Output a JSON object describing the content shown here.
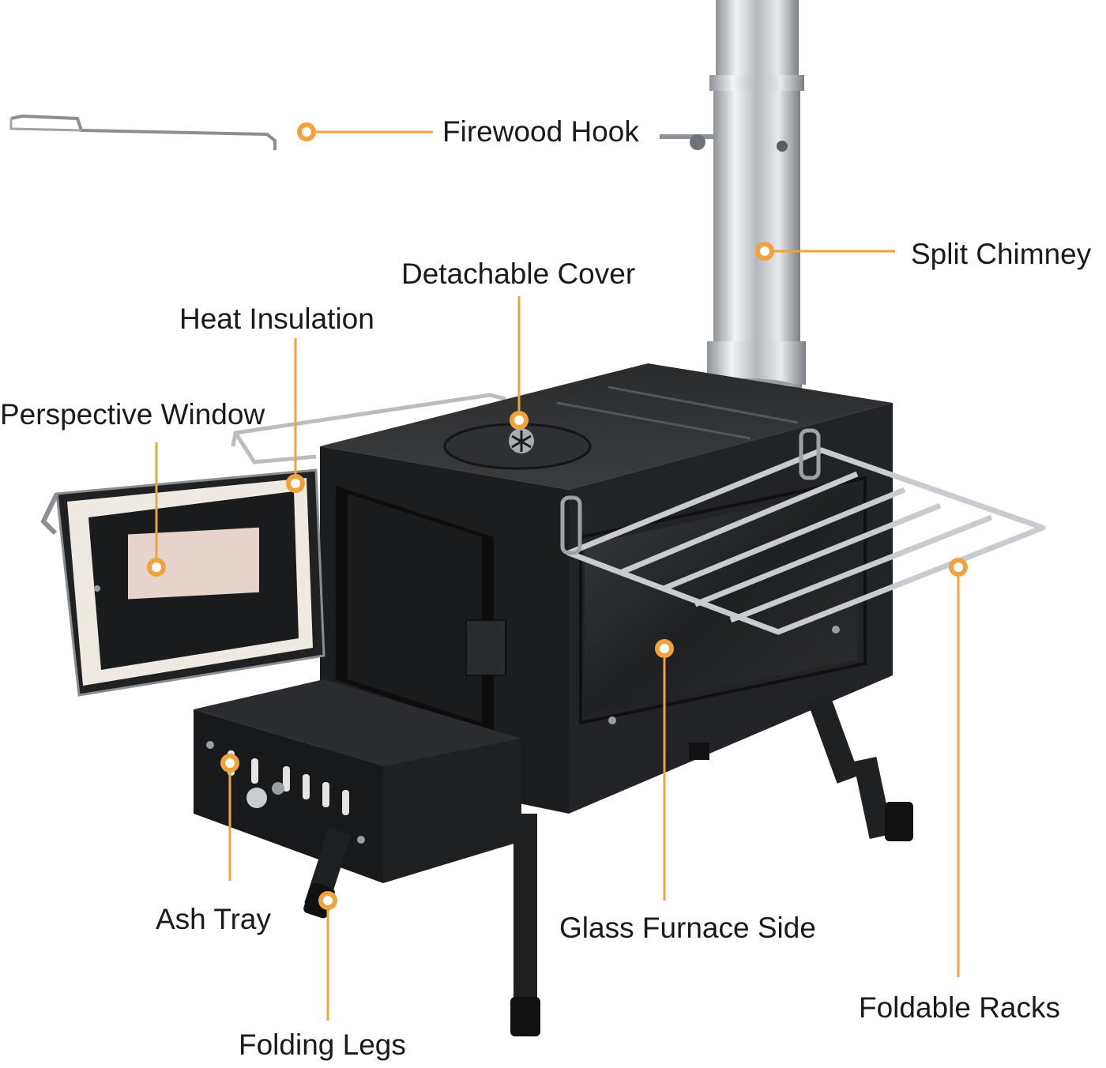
{
  "accent_color": "#f0a23c",
  "labels": {
    "firewood_hook": "Firewood Hook",
    "split_chimney": "Split Chimney",
    "detachable_cover": "Detachable Cover",
    "heat_insulation": "Heat Insulation",
    "perspective_window": "Perspective Window",
    "ash_tray": "Ash Tray",
    "glass_furnace_side": "Glass Furnace Side",
    "foldable_racks": "Foldable Racks",
    "folding_legs": "Folding Legs"
  }
}
